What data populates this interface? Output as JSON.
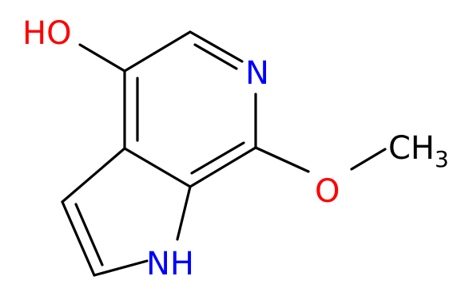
{
  "molecule": {
    "atoms": {
      "hydroxyl": {
        "text": "HO",
        "color": "#ff0000"
      },
      "pyridine_n": {
        "text": "N",
        "color": "#0000ff"
      },
      "pyrrole_nh": {
        "text": "NH",
        "color": "#0000ff"
      },
      "ether_o": {
        "text": "O",
        "color": "#ff0000"
      },
      "methyl": {
        "text": "CH",
        "subscript": "3",
        "color": "#000000"
      }
    }
  }
}
